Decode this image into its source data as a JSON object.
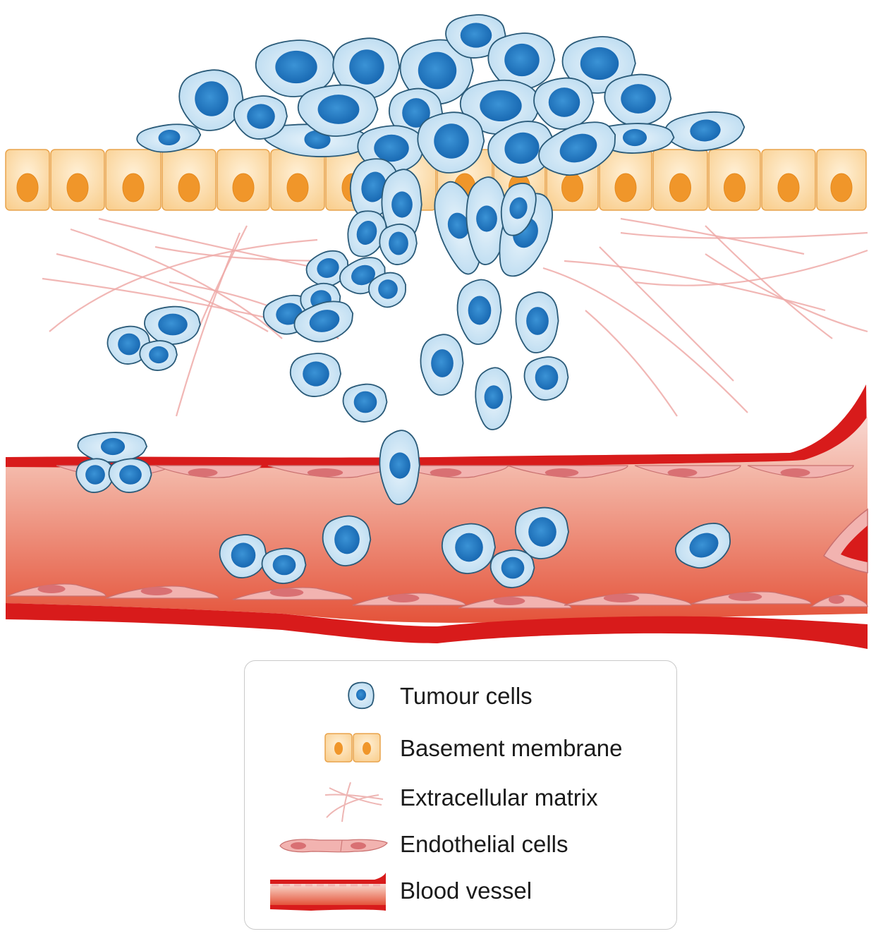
{
  "diagram": {
    "title": "Tumour cell invasion and intravasation",
    "colors": {
      "tumour_fill": "#cfe6f5",
      "tumour_stroke": "#2a5a78",
      "tumour_nucleus": "#1f78c4",
      "membrane_fill": "#fbd9a4",
      "membrane_stroke": "#e9a34b",
      "membrane_nucleus": "#f0962a",
      "ecm_fiber": "#eeaaa8",
      "vessel_wall": "#d81b1b",
      "vessel_lumen_top": "#f6cfc8",
      "vessel_lumen_bottom": "#e8573a",
      "endothelial_fill": "#f2b3b0",
      "endothelial_nucleus": "#d97073"
    },
    "regions": [
      "tumour-mass",
      "basement-membrane",
      "extracellular-matrix",
      "invading-cells",
      "blood-vessel",
      "circulating-tumour-cells"
    ]
  },
  "legend": {
    "items": [
      {
        "key": "tumour",
        "label": "Tumour cells"
      },
      {
        "key": "membrane",
        "label": "Basement membrane"
      },
      {
        "key": "ecm",
        "label": "Extracellular matrix"
      },
      {
        "key": "endothelial",
        "label": "Endothelial cells"
      },
      {
        "key": "vessel",
        "label": "Blood vessel"
      }
    ]
  }
}
